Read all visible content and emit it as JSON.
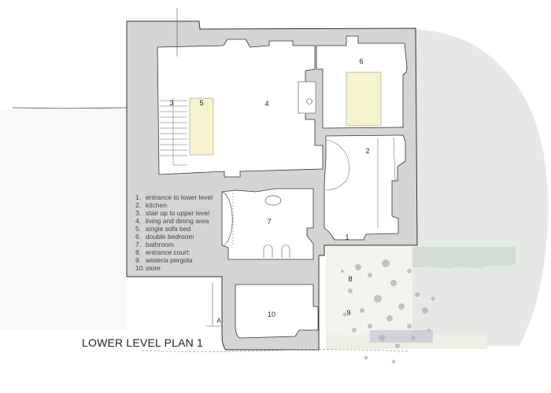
{
  "title": "LOWER LEVEL PLAN 1",
  "legend": [
    {
      "num": "1.",
      "label": "entrance to lower level"
    },
    {
      "num": "2.",
      "label": "kitchen"
    },
    {
      "num": "3.",
      "label": "stair up to upper level"
    },
    {
      "num": "4.",
      "label": "living and dining area"
    },
    {
      "num": "5.",
      "label": "single sofa bed"
    },
    {
      "num": "6.",
      "label": "double bedroom"
    },
    {
      "num": "7.",
      "label": "bathroom"
    },
    {
      "num": "8.",
      "label": "entrance court:"
    },
    {
      "num": "9.",
      "label": "wisteria pergola"
    },
    {
      "num": "10.",
      "label": "store"
    }
  ],
  "room_labels": {
    "r1": "1",
    "r2": "2",
    "r3": "3",
    "r4": "4",
    "r5": "5",
    "r6": "6",
    "r7": "7",
    "r8": "8",
    "r9": "9",
    "r10": "10",
    "section_marker": "A"
  },
  "colors": {
    "wall": "#d4d4d4",
    "wall_outline": "#333333",
    "floor": "#ffffff",
    "bed": "#f6f3cf",
    "landscape": "#e6e8e6",
    "court": "#f4f2ec",
    "wisteria": "#9a9aae",
    "hedge": "#d3ddd3"
  }
}
